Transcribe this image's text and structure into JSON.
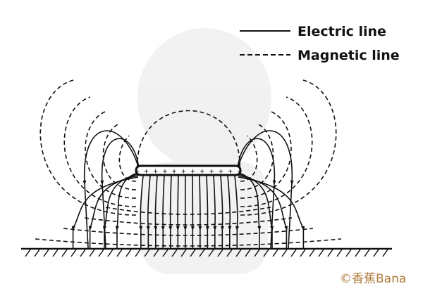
{
  "legend": {
    "electric_label": "Electric line",
    "magnetic_label": "Magnetic line"
  },
  "conductor": {
    "charge_symbols": "+ + + + + + + + + + + +"
  },
  "watermark": "©香蕉Bana",
  "colors": {
    "line": "#111111",
    "watermark": "#b07a3c"
  }
}
